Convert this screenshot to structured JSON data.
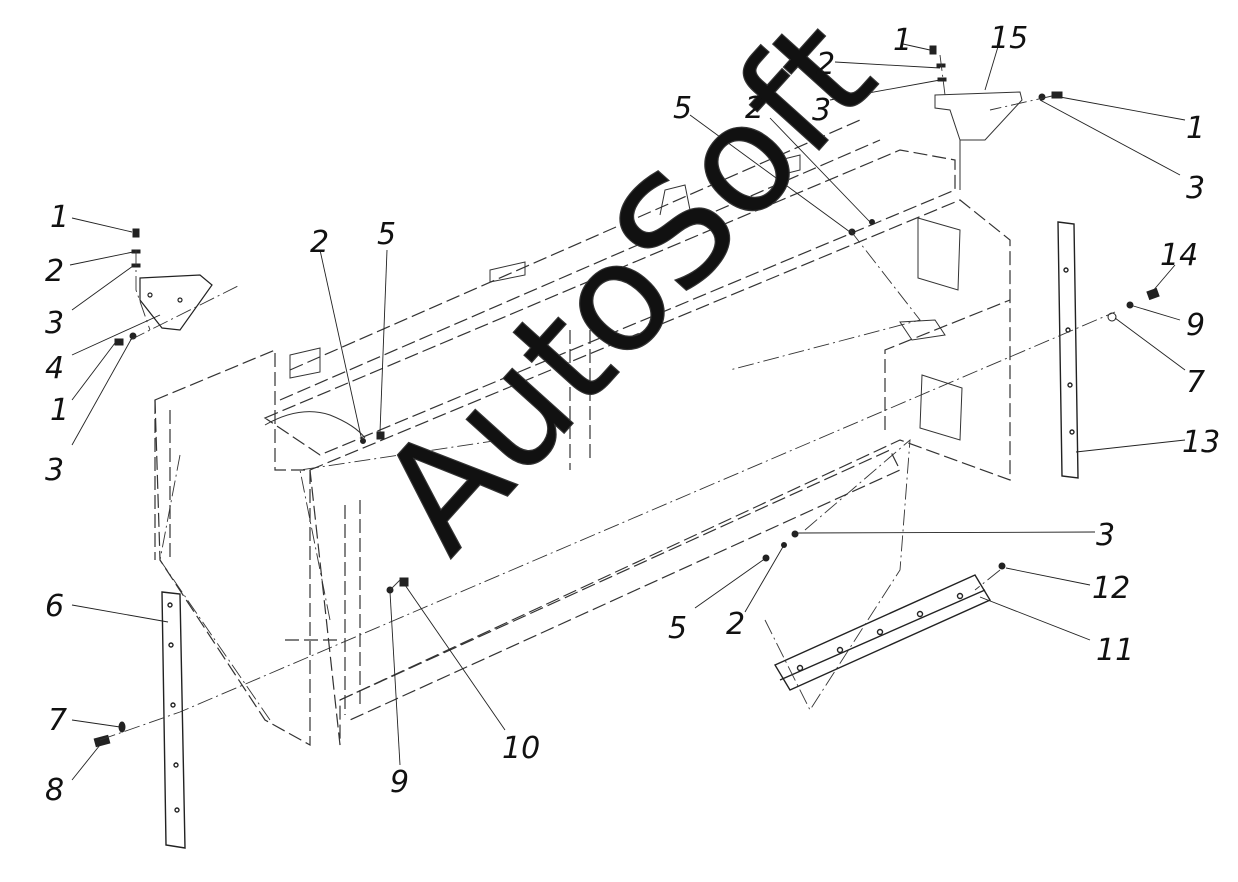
{
  "callouts": [
    {
      "id": "c1a",
      "label": "1"
    },
    {
      "id": "c2a",
      "label": "2"
    },
    {
      "id": "c3a",
      "label": "3"
    },
    {
      "id": "c15",
      "label": "15"
    },
    {
      "id": "c1b",
      "label": "1"
    },
    {
      "id": "c3b",
      "label": "3"
    },
    {
      "id": "c5a",
      "label": "5"
    },
    {
      "id": "c2b",
      "label": "2"
    },
    {
      "id": "c1c",
      "label": "1"
    },
    {
      "id": "c2c",
      "label": "2"
    },
    {
      "id": "c3c",
      "label": "3"
    },
    {
      "id": "c4",
      "label": "4"
    },
    {
      "id": "c1d",
      "label": "1"
    },
    {
      "id": "c3d",
      "label": "3"
    },
    {
      "id": "c2d",
      "label": "2"
    },
    {
      "id": "c5b",
      "label": "5"
    },
    {
      "id": "c14",
      "label": "14"
    },
    {
      "id": "c9a",
      "label": "9"
    },
    {
      "id": "c7a",
      "label": "7"
    },
    {
      "id": "c13",
      "label": "13"
    },
    {
      "id": "c3e",
      "label": "3"
    },
    {
      "id": "c12",
      "label": "12"
    },
    {
      "id": "c5c",
      "label": "5"
    },
    {
      "id": "c2e",
      "label": "2"
    },
    {
      "id": "c11",
      "label": "11"
    },
    {
      "id": "c6",
      "label": "6"
    },
    {
      "id": "c7b",
      "label": "7"
    },
    {
      "id": "c8",
      "label": "8"
    },
    {
      "id": "c9b",
      "label": "9"
    },
    {
      "id": "c10",
      "label": "10"
    }
  ],
  "watermark": {
    "text": "AutoSoft"
  },
  "colors": {
    "line": "#222222",
    "watermark": "#333333",
    "background": "#ffffff"
  }
}
